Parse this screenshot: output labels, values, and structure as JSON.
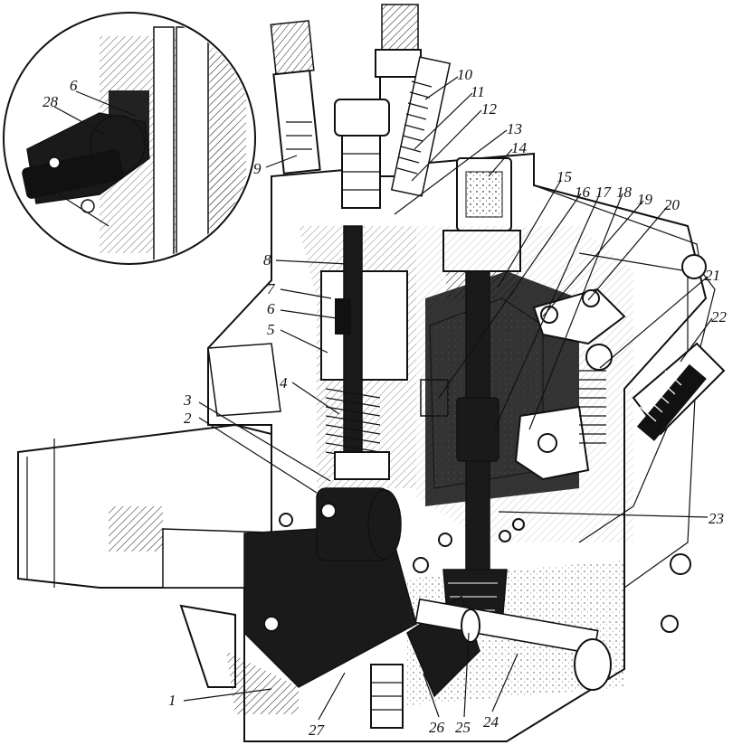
{
  "diagram": {
    "inset_labels": [
      "6",
      "28"
    ],
    "labels": [
      "1",
      "2",
      "3",
      "4",
      "5",
      "6",
      "7",
      "8",
      "9",
      "10",
      "11",
      "12",
      "13",
      "14",
      "15",
      "16",
      "17",
      "18",
      "19",
      "20",
      "21",
      "22",
      "23",
      "24",
      "25",
      "26",
      "27"
    ]
  }
}
